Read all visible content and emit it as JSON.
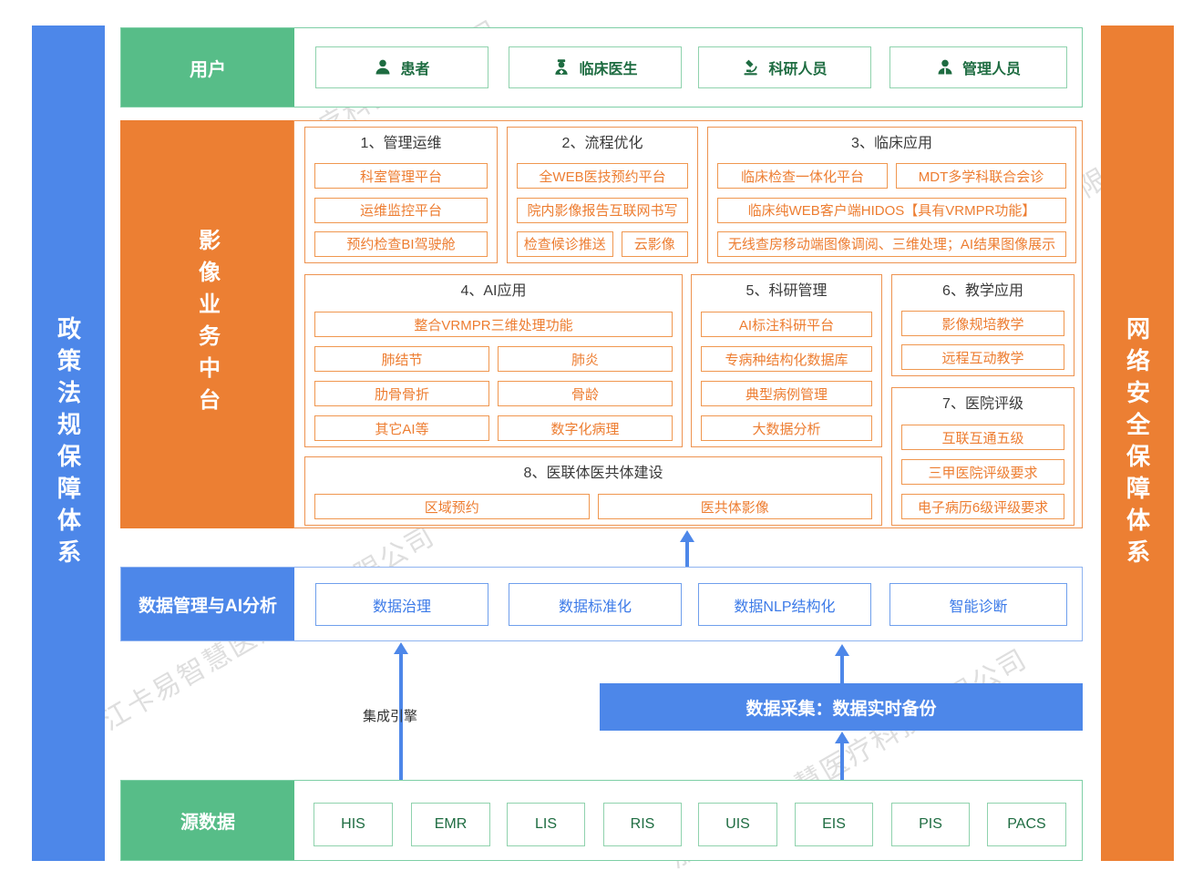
{
  "watermark": {
    "text": "浙江卡易智慧医疗科技有限公司"
  },
  "left_bar": {
    "label": "政策法规保障体系"
  },
  "right_bar": {
    "label": "网络安全保障体系"
  },
  "users": {
    "label": "用户",
    "items": [
      {
        "icon": "patient-icon",
        "label": "患者"
      },
      {
        "icon": "doctor-icon",
        "label": "临床医生"
      },
      {
        "icon": "microscope-icon",
        "label": "科研人员"
      },
      {
        "icon": "manager-icon",
        "label": "管理人员"
      }
    ]
  },
  "platform": {
    "label": "影像业务中台",
    "sections": {
      "s1": {
        "title": "1、管理运维",
        "items": [
          "科室管理平台",
          "运维监控平台",
          "预约检查BI驾驶舱"
        ]
      },
      "s2": {
        "title": "2、流程优化",
        "items": [
          "全WEB医技预约平台",
          "院内影像报告互联网书写"
        ],
        "row": [
          "检查候诊推送",
          "云影像"
        ]
      },
      "s3": {
        "title": "3、临床应用",
        "row": [
          "临床检查一体化平台",
          "MDT多学科联合会诊"
        ],
        "items": [
          "临床纯WEB客户端HIDOS【具有VRMPR功能】",
          "无线查房移动端图像调阅、三维处理；AI结果图像展示"
        ]
      },
      "s4": {
        "title": "4、AI应用",
        "full": "整合VRMPR三维处理功能",
        "grid": [
          "肺结节",
          "肺炎",
          "肋骨骨折",
          "骨龄",
          "其它AI等",
          "数字化病理"
        ]
      },
      "s5": {
        "title": "5、科研管理",
        "items": [
          "AI标注科研平台",
          "专病种结构化数据库",
          "典型病例管理",
          "大数据分析"
        ]
      },
      "s6": {
        "title": "6、教学应用",
        "items": [
          "影像规培教学",
          "远程互动教学"
        ]
      },
      "s7": {
        "title": "7、医院评级",
        "items": [
          "互联互通五级",
          "三甲医院评级要求",
          "电子病历6级评级要求"
        ]
      },
      "s8": {
        "title": "8、医联体医共体建设",
        "row": [
          "区域预约",
          "医共体影像"
        ]
      }
    }
  },
  "data_mgmt": {
    "label": "数据管理与AI分析",
    "items": [
      "数据治理",
      "数据标准化",
      "数据NLP结构化",
      "智能诊断"
    ]
  },
  "integration": {
    "label": "集成引擎"
  },
  "collection": {
    "label": "数据采集：数据实时备份"
  },
  "source": {
    "label": "源数据",
    "items": [
      "HIS",
      "EMR",
      "LIS",
      "RIS",
      "UIS",
      "EIS",
      "PIS",
      "PACS"
    ]
  },
  "colors": {
    "blue": "#4D87E9",
    "orange": "#EC7F33",
    "green": "#57BD88",
    "orange_text": "#ED7D31",
    "blue_text": "#3D7BE8",
    "green_text": "#1E6C41"
  }
}
